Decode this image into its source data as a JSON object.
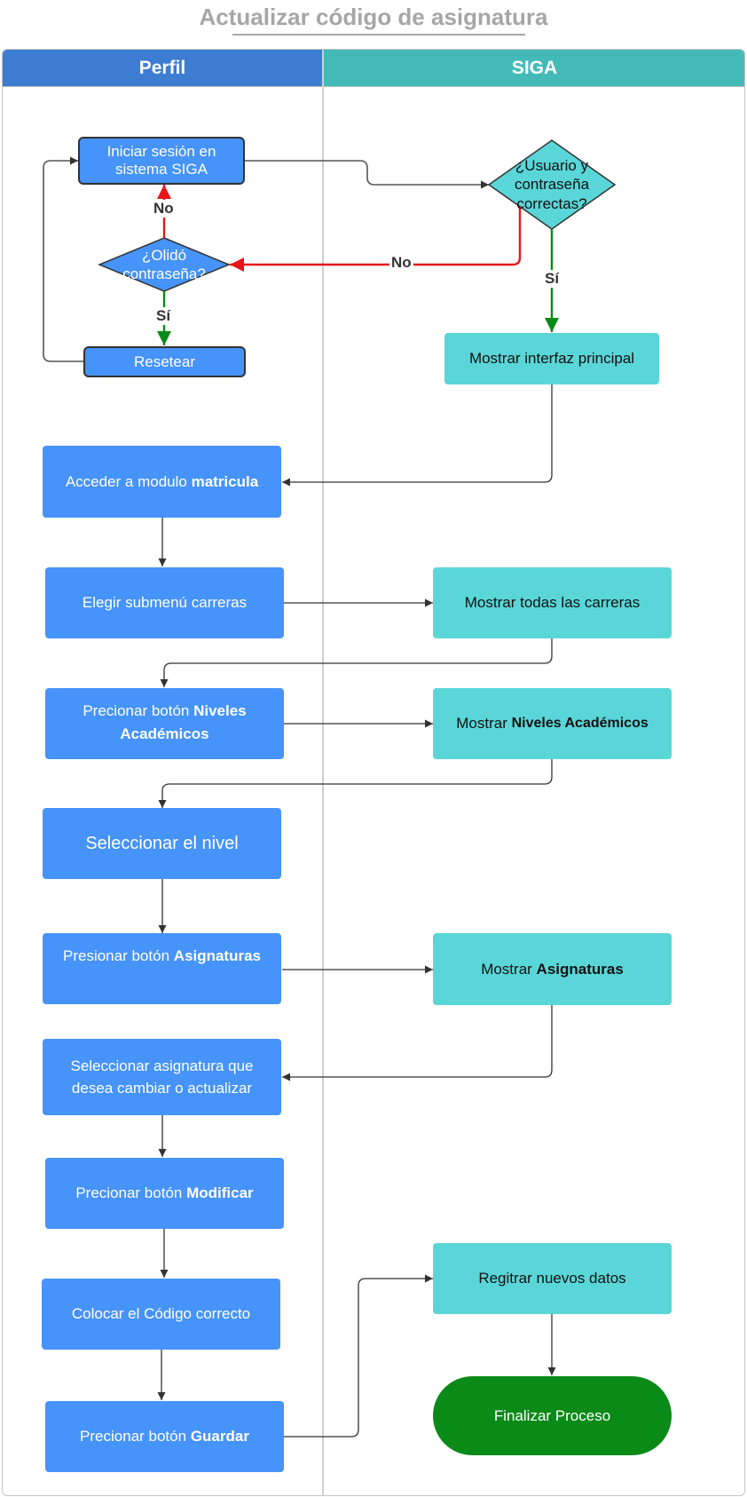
{
  "title": "Actualizar código de asignatura",
  "lanes": {
    "perfil": "Perfil",
    "siga": "SIGA"
  },
  "nodes": {
    "login": "Iniciar sesión en sistema SIGA",
    "check_user": "¿Usuario y contraseña correctas?",
    "forgot": "¿Olidó contraseña?",
    "reset": "Resetear",
    "main_ui": "Mostrar interfaz principal",
    "access_module_pre": "Acceder a modulo ",
    "access_module_bold": "matricula",
    "choose_submenu": "Elegir submenú carreras",
    "show_careers": "Mostrar todas las carreras",
    "press_levels_pre": "Precionar botón ",
    "press_levels_bold": "Niveles Académicos",
    "show_levels_pre": "Mostrar ",
    "show_levels_bold": "Niveles Académicos",
    "select_level": "Seleccionar el nivel",
    "press_subjects_pre": "Presionar botón ",
    "press_subjects_bold": "Asignaturas",
    "show_subjects_pre": "Mostrar ",
    "show_subjects_bold": "Asignaturas",
    "select_subject": "Seleccionar asignatura que desea cambiar o actualizar",
    "press_modify_pre": "Precionar botón ",
    "press_modify_bold": "Modificar",
    "register_data": "Regitrar nuevos datos",
    "enter_code": "Colocar el Código correcto",
    "press_save_pre": "Precionar botón ",
    "press_save_bold": "Guardar",
    "finish": "Finalizar Proceso"
  },
  "edge_labels": {
    "no_check": "No",
    "si_check": "Sí",
    "no_forgot": "No",
    "si_forgot": "Sí"
  },
  "colors": {
    "actor_blue": "#4693f9",
    "system_teal": "#5ad6d8",
    "end_green": "#0a8a17",
    "no_red": "#e8141a",
    "yes_green": "#0a8a17",
    "line": "#333333"
  }
}
